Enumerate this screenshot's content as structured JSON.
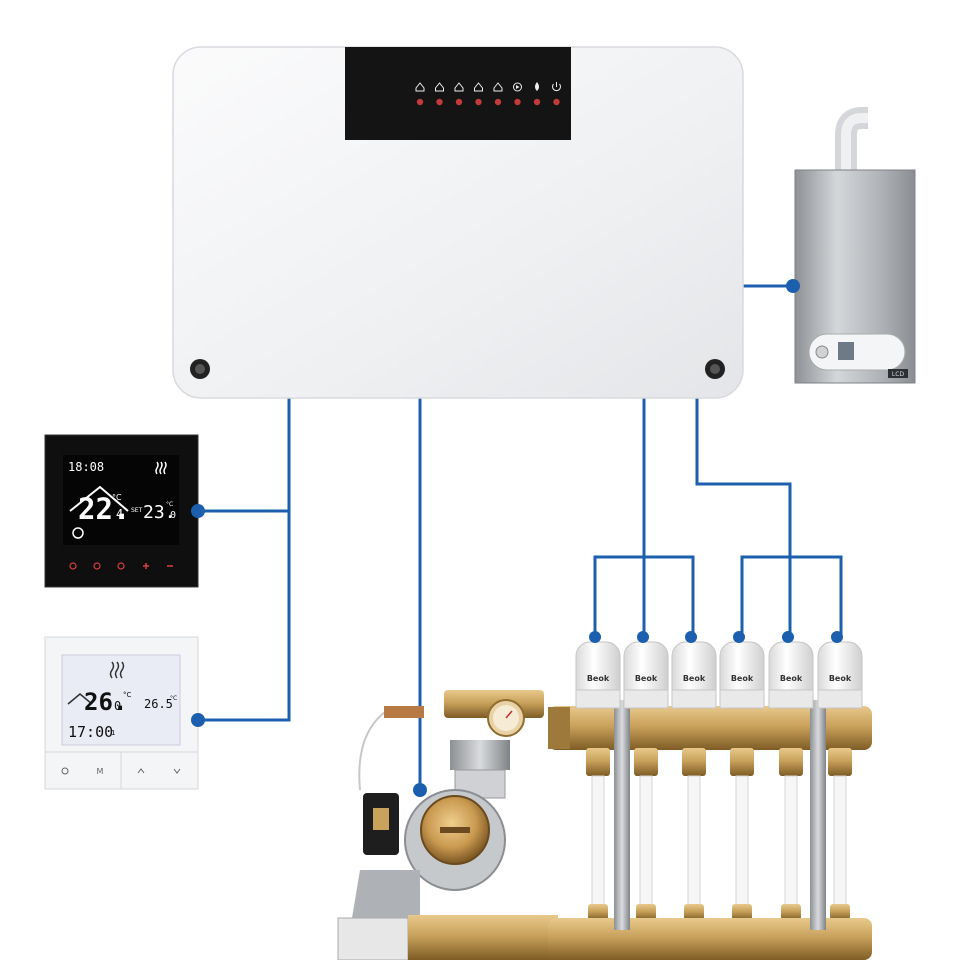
{
  "colors": {
    "wire": "#1c5fae",
    "hub_body": "#f2f3f5",
    "hub_panel": "#141414",
    "hub_led": "#c23a3a",
    "brass": "#c9a25c",
    "brass_dark": "#8f6c2f",
    "actuator": "#f1f1f1",
    "boiler": "#b9bcbf"
  },
  "hub": {
    "icons": [
      "home-icon",
      "home-icon",
      "home-icon",
      "home-icon",
      "home-icon",
      "play-icon",
      "flame-icon",
      "power-icon"
    ]
  },
  "thermostat_black": {
    "clock": "18:08",
    "room_temp": "22.",
    "room_temp_decimal": "4",
    "room_unit": "°C",
    "set_label": "SET",
    "set_temp": "23.",
    "set_temp_decimal": "0",
    "set_unit": "°C",
    "buttons": [
      "snowflake-icon",
      "gear-icon",
      "power-icon",
      "plus-icon",
      "minus-icon"
    ]
  },
  "thermostat_white": {
    "room_temp": "26.",
    "room_temp_decimal": "0",
    "room_unit": "°C",
    "set_temp": "26.5",
    "set_unit": "°C",
    "clock": "17:00",
    "day": "1",
    "buttons": [
      "power-icon",
      "M",
      "up-icon",
      "down-icon"
    ]
  },
  "actuators": {
    "brand": "Beok",
    "count": 6
  },
  "boiler": {
    "badge": "LCD"
  }
}
